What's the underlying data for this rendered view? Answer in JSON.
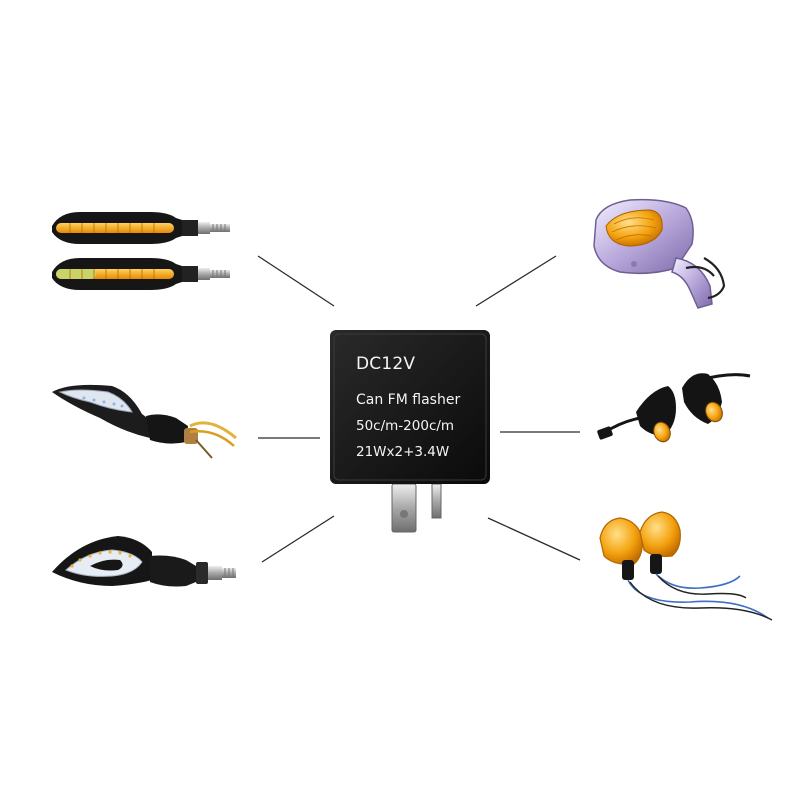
{
  "relay": {
    "voltage": "DC12V",
    "model": "Can FM flasher",
    "rate": "50c/m-200c/m",
    "load": "21Wx2+3.4W"
  },
  "colors": {
    "relay_body": "#121212",
    "lamp_amber": "#f2a51c",
    "lamp_chrome": "#c9c9d6",
    "mirror_chrome": "#c4b6e0",
    "stalk_black": "#1a1a1a",
    "wire_blue": "#3f6fc4"
  },
  "icons": [
    "led-sequential-turn-signal-icon",
    "arrow-led-turn-signal-icon",
    "diamond-led-turn-signal-icon",
    "mirror-turn-signal-icon",
    "bullet-turn-signal-icon",
    "amber-lens-turn-signal-icon"
  ]
}
